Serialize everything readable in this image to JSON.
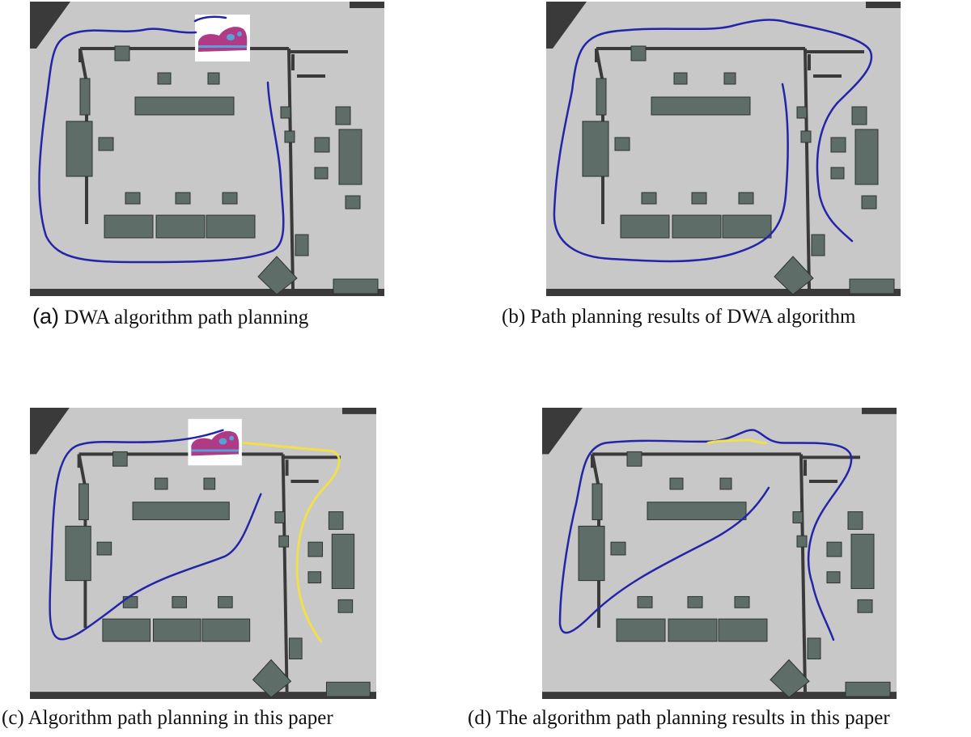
{
  "figure": {
    "panels": [
      {
        "label": "(a)",
        "text": "DWA algorithm path planning"
      },
      {
        "label": "(b)",
        "text": "Path planning results of DWA algorithm"
      },
      {
        "label": "(c)",
        "text": "Algorithm path planning in this paper"
      },
      {
        "label": "(d)",
        "text": "The algorithm path planning results in this paper"
      }
    ]
  },
  "colors": {
    "floor": "#c8c8c8",
    "wall": "#3a3a3a",
    "obstacle": "#5e6d68",
    "path_global": "#2424a8",
    "path_local": "#f2e04a",
    "costmap_bg": "#ffffff",
    "costmap_inflation": "#b03a86",
    "costmap_core": "#5aa0d6"
  },
  "icons": {
    "costmap_inset": "local-costmap-inset-icon",
    "robot": "robot-marker-icon"
  }
}
